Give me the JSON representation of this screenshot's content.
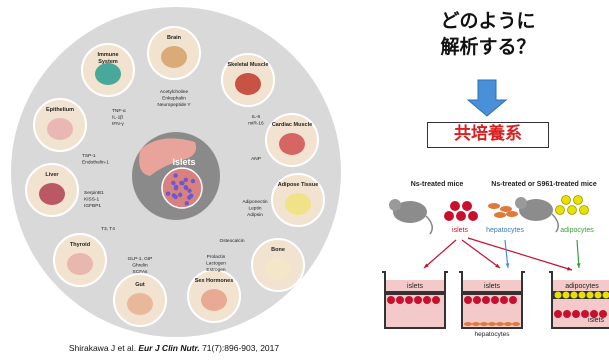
{
  "organs": [
    {
      "name": "Brain",
      "molecules": [
        "Acetylcholine",
        "Enkephalin",
        "Neuropeptide Y"
      ]
    },
    {
      "name": "Skeletal Muscle",
      "molecules": [
        "IL-6",
        "miR-16"
      ]
    },
    {
      "name": "Cardiac Muscle",
      "molecules": [
        "ANP"
      ]
    },
    {
      "name": "Adipose Tissue",
      "molecules": [
        "Adiponectin",
        "Leptin",
        "Adipsin"
      ]
    },
    {
      "name": "Bone",
      "molecules": [
        "Osteocalcin"
      ]
    },
    {
      "name": "Sex Hormones",
      "molecules": [
        "Prolactin",
        "Lactogen",
        "Estrogen"
      ]
    },
    {
      "name": "Gut",
      "molecules": [
        "GLP-1, GIP",
        "Ghrelin",
        "SCFAs"
      ]
    },
    {
      "name": "Thyroid",
      "molecules": [
        "T3, T4"
      ]
    },
    {
      "name": "Liver",
      "molecules": [
        "SerpinB1",
        "KISS-1",
        "IGFBP1"
      ]
    },
    {
      "name": "Epithelium",
      "molecules": [
        "TSP-1",
        "Endothelin-1"
      ]
    },
    {
      "name": "Immune\nSystem",
      "molecules": [
        "TNF-α",
        "IL-1β",
        "IFN-γ"
      ]
    }
  ],
  "center_label": "Islets",
  "citation": {
    "prefix": "Shirakawa J et al. ",
    "journal": "Eur J Clin Nutr.",
    "suffix": " 71(7):896-903, 2017"
  },
  "question": {
    "line1": "どのように",
    "line2": "解析する？"
  },
  "coculture_label": "共培養系",
  "experiment": {
    "ns_mice_label": "Ns-treated mice",
    "s961_mice_label": "Ns-treated or S961-treated mice",
    "islets_label": "islets",
    "hepatocytes_label": "hepatocytes",
    "adipocytes_label": "adipocytes",
    "wells": [
      {
        "top": "islets",
        "bottom": ""
      },
      {
        "top": "islets",
        "bottom": "hepatocytes"
      },
      {
        "top": "adipocytes",
        "bottom": "islets"
      }
    ]
  },
  "colors": {
    "islet_red": "#c8102e",
    "hepatocyte_orange": "#e07a3a",
    "adipocyte_yellow": "#e8e000",
    "arrow_blue": "#4a90d9",
    "title_red": "#d92020",
    "wheel_bg": "#d9d9d9"
  }
}
